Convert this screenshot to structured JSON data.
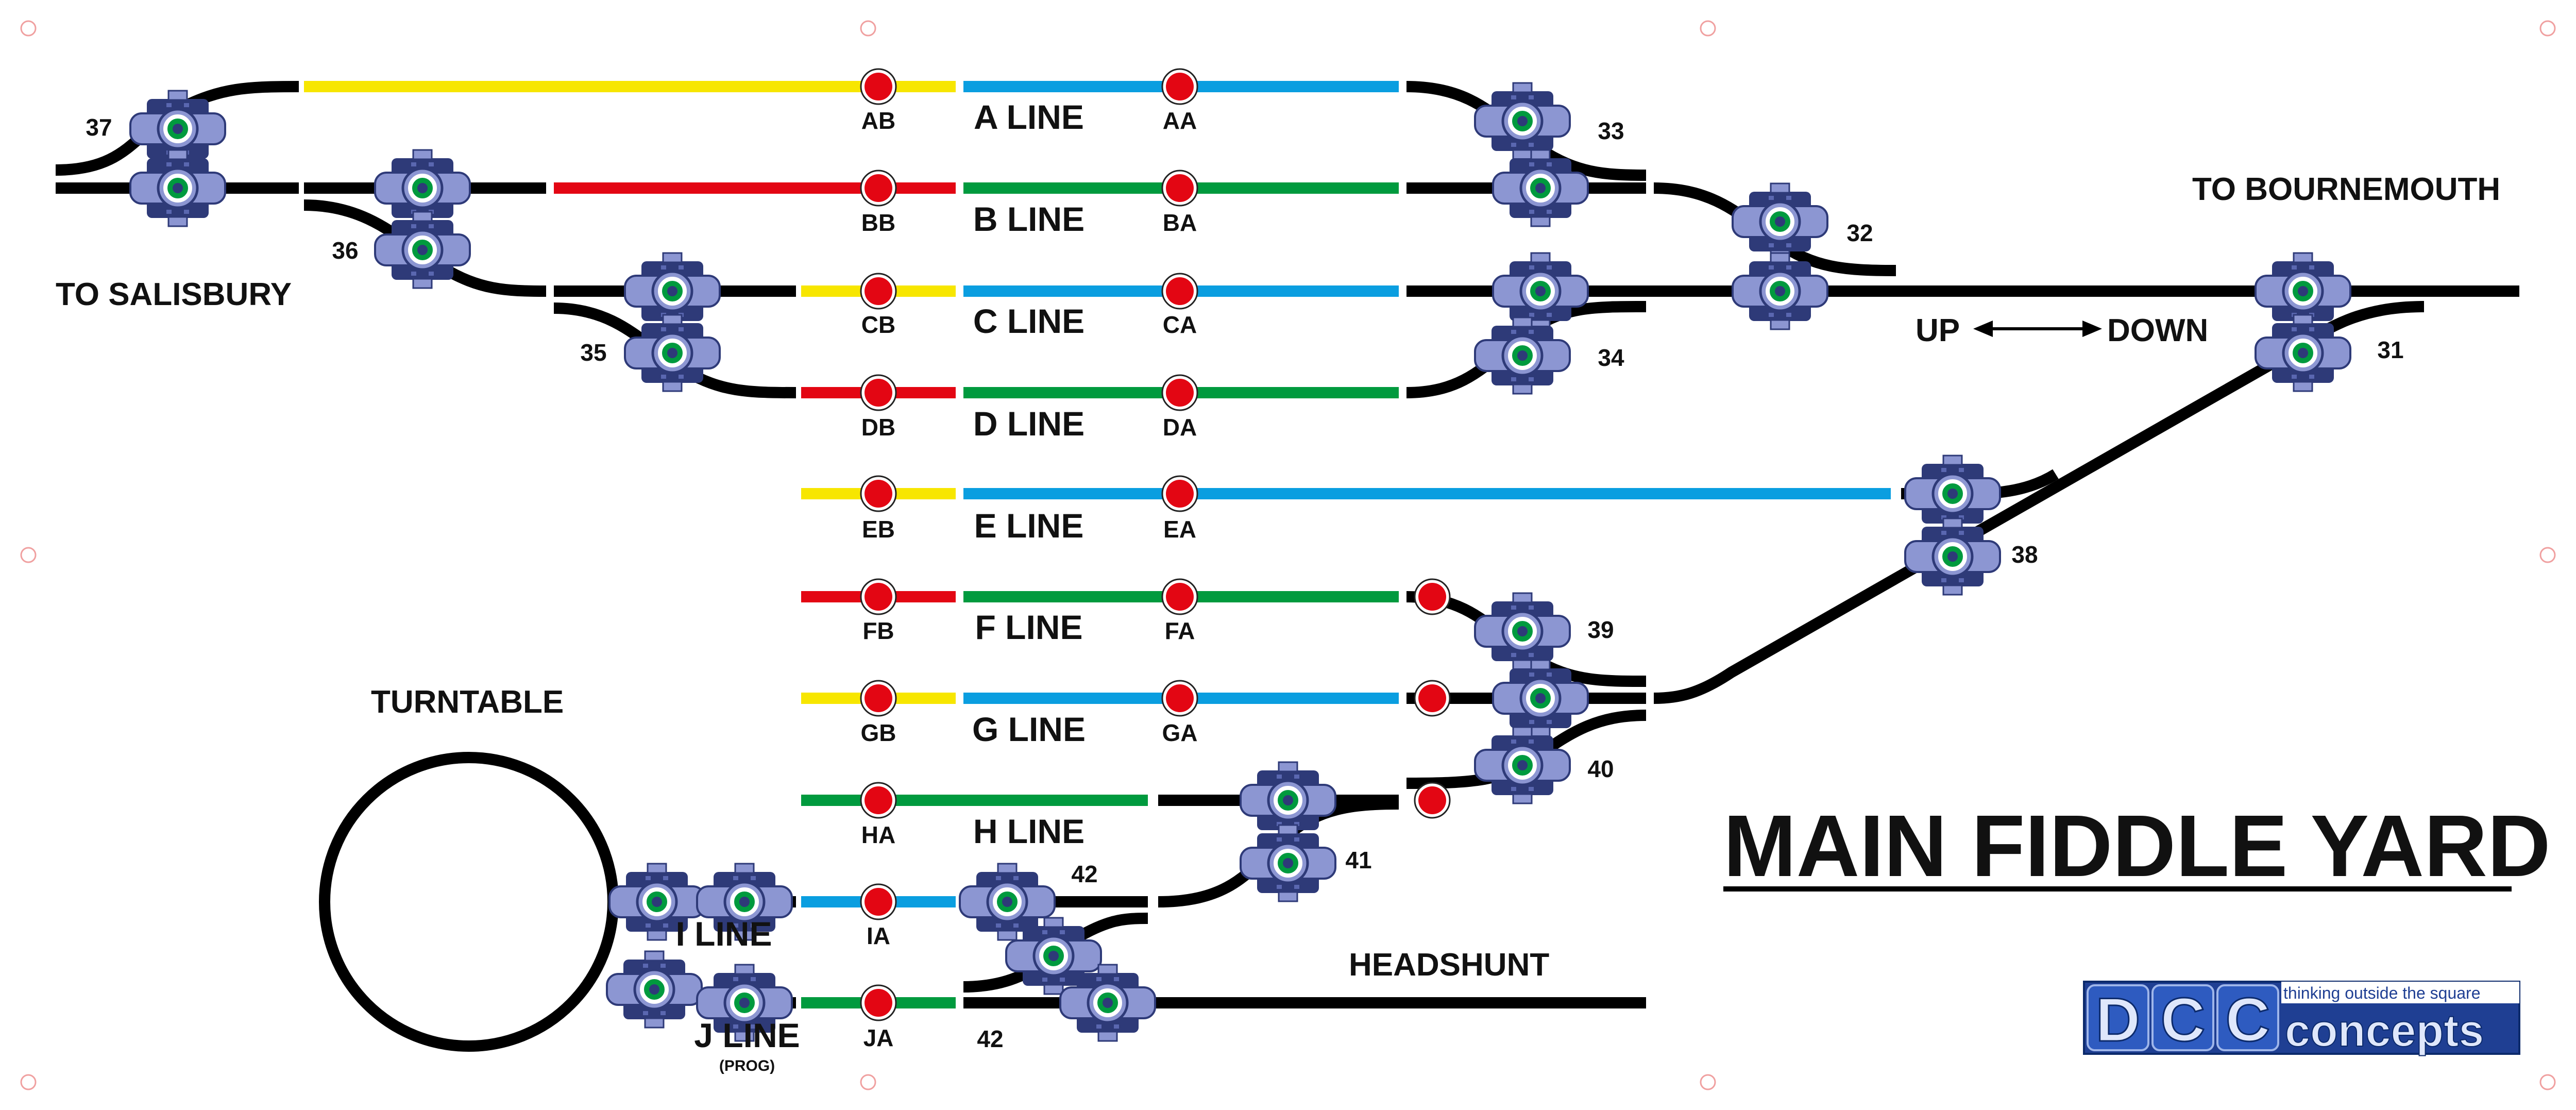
{
  "title": "MAIN FIDDLE YARD",
  "destinations": {
    "left": "TO SALISBURY",
    "right": "TO BOURNEMOUTH",
    "up": "UP",
    "down": "DOWN",
    "turntable": "TURNTABLE",
    "headshunt": "HEADSHUNT"
  },
  "colors": {
    "track": "#000000",
    "yellow": "#f7e600",
    "blue": "#0a9ee0",
    "red": "#e30613",
    "green": "#009a3e",
    "signal": "#e30613",
    "motor_dark": "#2e3a78",
    "motor_light": "#8c96d2",
    "logo_blue": "#1f3f93"
  },
  "lines": [
    {
      "label": "A LINE",
      "signals": [
        "AB",
        "AA"
      ]
    },
    {
      "label": "B LINE",
      "signals": [
        "BB",
        "BA"
      ]
    },
    {
      "label": "C LINE",
      "signals": [
        "CB",
        "CA"
      ]
    },
    {
      "label": "D LINE",
      "signals": [
        "DB",
        "DA"
      ]
    },
    {
      "label": "E LINE",
      "signals": [
        "EB",
        "EA"
      ]
    },
    {
      "label": "F LINE",
      "signals": [
        "FB",
        "FA"
      ]
    },
    {
      "label": "G LINE",
      "signals": [
        "GB",
        "GA"
      ]
    },
    {
      "label": "H LINE",
      "signals": [
        "HA"
      ]
    },
    {
      "label": "I LINE",
      "signals": [
        "IA"
      ]
    },
    {
      "label": "J LINE",
      "note": "(PROG)",
      "signals": [
        "JA"
      ]
    }
  ],
  "points": [
    "37",
    "36",
    "35",
    "33",
    "34",
    "32",
    "31",
    "38",
    "39",
    "40",
    "41",
    "42",
    "42"
  ],
  "logo": {
    "letters": "DCC",
    "tagline": "thinking outside the square",
    "word": "concepts"
  }
}
